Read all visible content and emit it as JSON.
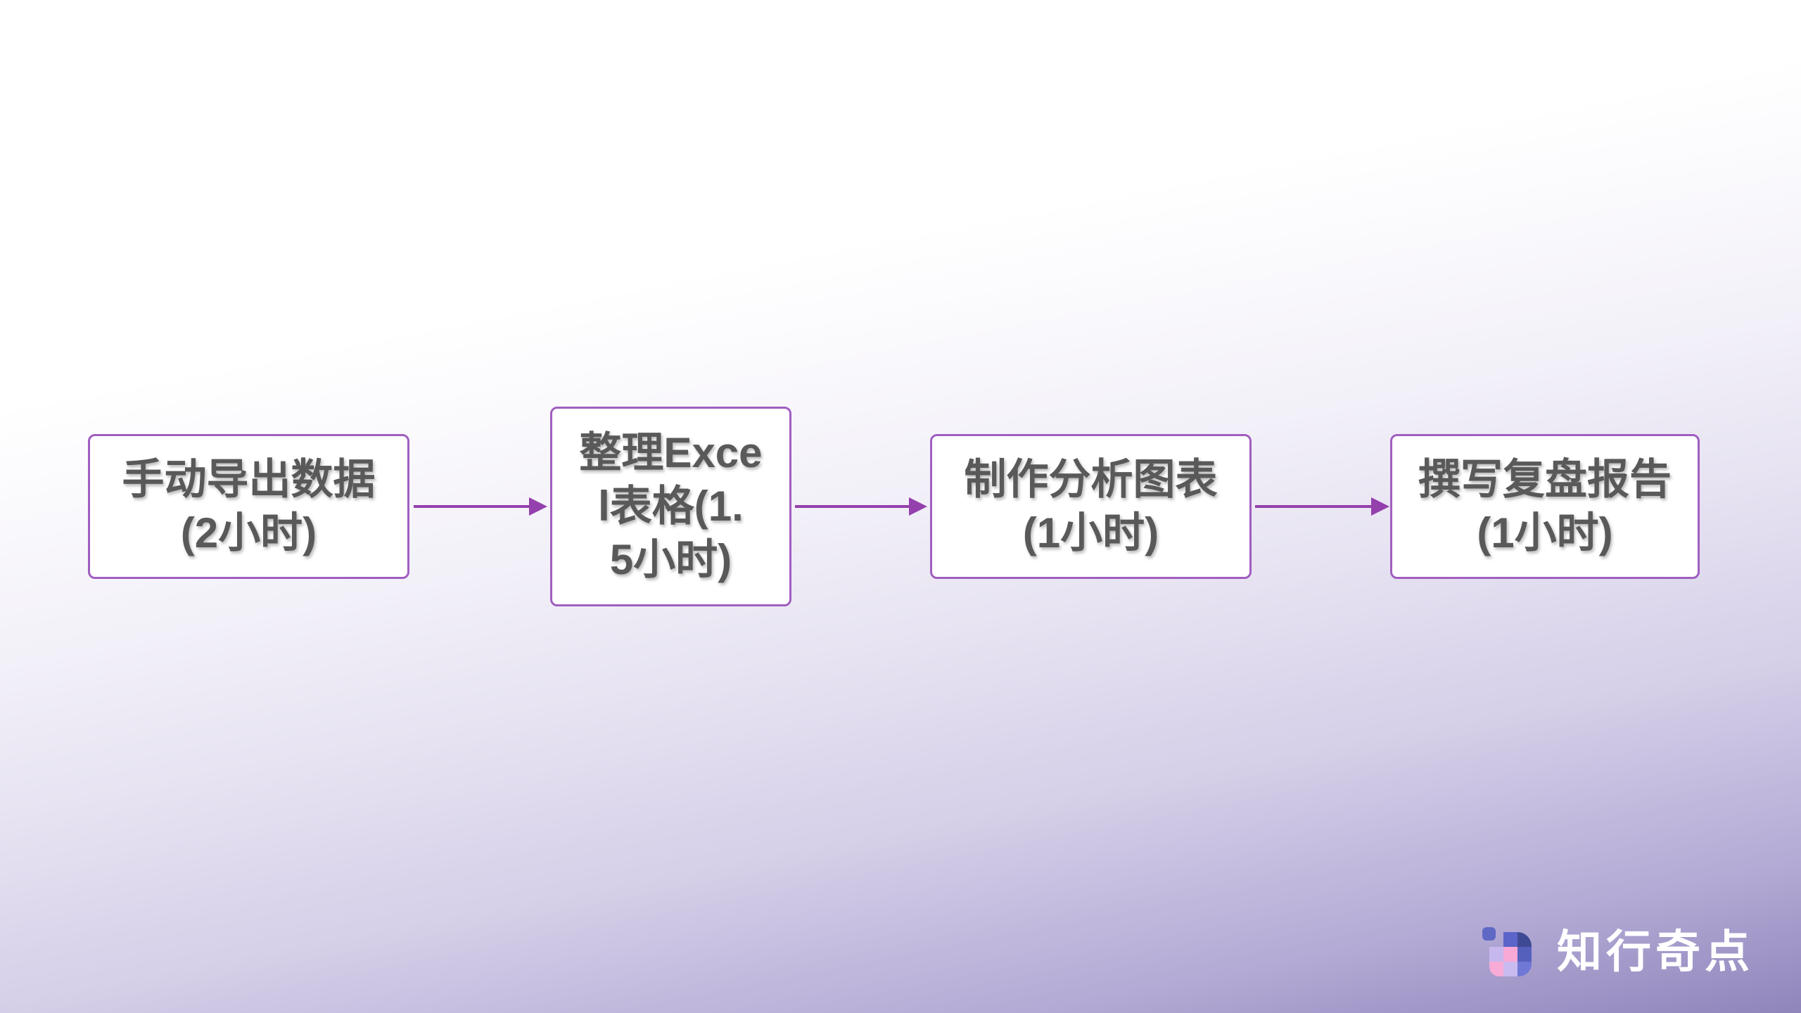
{
  "page": {
    "type": "flowchart-slide",
    "background_gradient": {
      "from": "#ffffff",
      "mid": "#d5cfe8",
      "to": "#9085bb",
      "direction": "top-left white to bottom-right purple"
    }
  },
  "flowchart": {
    "box_fill_color": "#ffffff",
    "box_border_color": "#a05ec0",
    "arrow_color": "#9440ad",
    "text_color": "#595959",
    "steps": [
      {
        "label": "手动导出数据\n(2小时)"
      },
      {
        "label": "整理Exce\nl表格(1.\n5小时)"
      },
      {
        "label": "制作分析图表\n(1小时)"
      },
      {
        "label": "撰写复盘报告\n(1小时)"
      }
    ]
  },
  "logo": {
    "wordmark": "知行奇点",
    "wordmark_color": "#ffffff",
    "icon_colors": {
      "detached_square": "#5f68c5",
      "top_mid": "#5b64c8",
      "top_right": "#3f4a94",
      "mid_left": "#c6b7ee",
      "mid_center": "#f8a9d6",
      "mid_right": "#5560bd",
      "bottom_left": "#f9abd8",
      "bottom_center": "#c9baf0",
      "bottom_right": "#6f78d6"
    }
  }
}
